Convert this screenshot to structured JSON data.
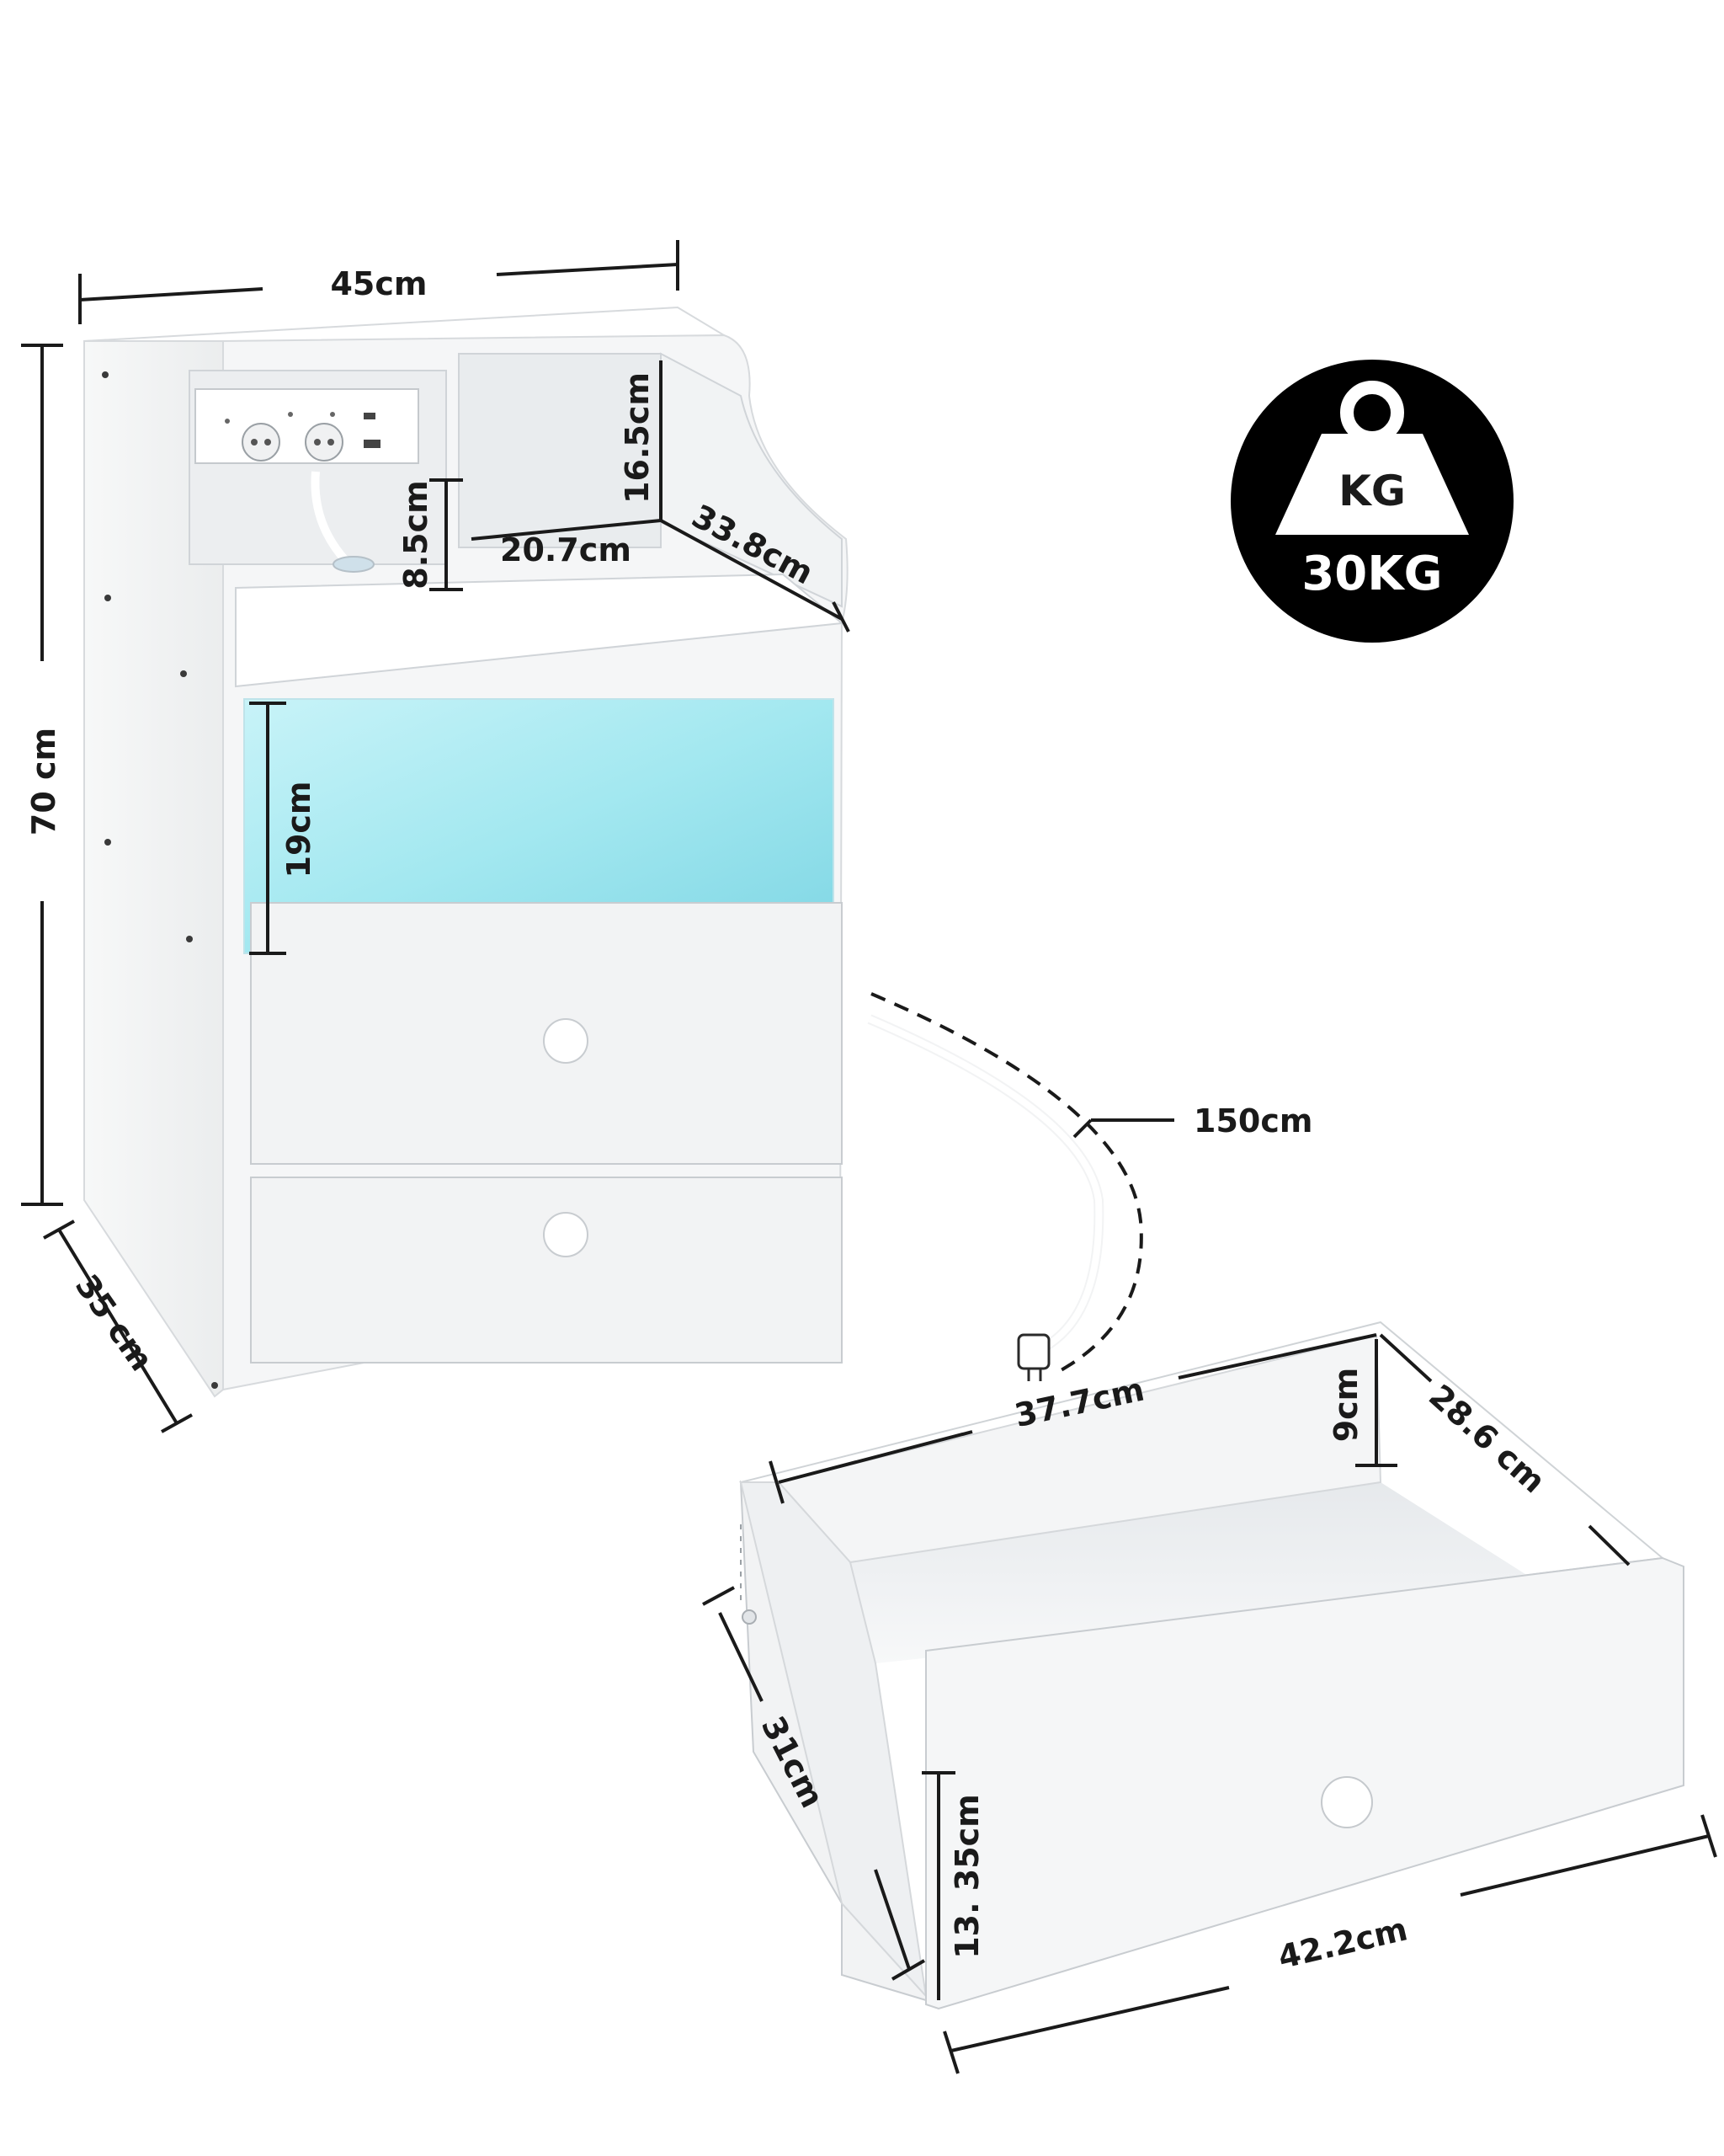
{
  "dimensions": {
    "width": "45cm",
    "height": "70 cm",
    "depth": "35 cm",
    "shelf_height": "16.5cm",
    "socket_height": "8.5cm",
    "shelf_width": "20.7cm",
    "shelf_depth": "33.8cm",
    "led_height": "19cm",
    "cable_length": "150cm",
    "drawer_inner_width": "37.7cm",
    "drawer_inner_height": "9cm",
    "drawer_inner_depth": "28.6 cm",
    "drawer_depth": "31cm",
    "drawer_front_height": "13. 35cm",
    "drawer_front_width": "42.2cm"
  },
  "badge": {
    "unit": "KG",
    "capacity": "30KG"
  },
  "colors": {
    "led_glow": "#9fe6ef",
    "cabinet": "#f4f5f6",
    "outline": "#1a1a1a",
    "badge_bg": "#000000"
  }
}
